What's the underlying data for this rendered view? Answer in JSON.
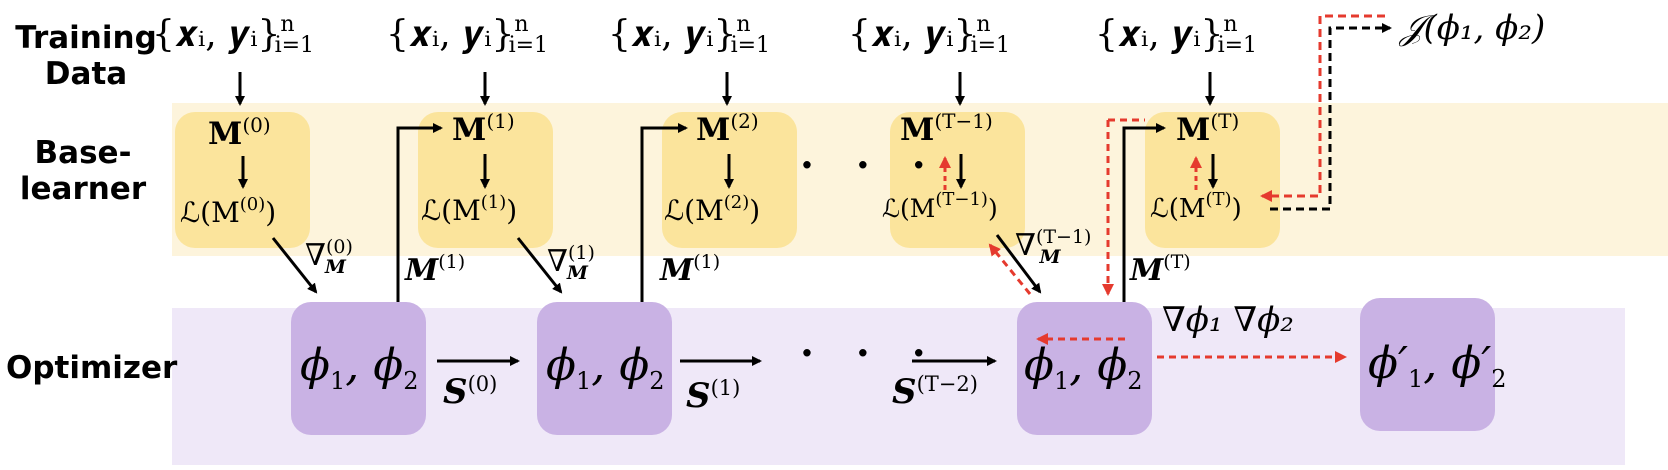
{
  "row_labels": {
    "training_line1": "Training",
    "training_line2": "Data",
    "base_line1": "Base-",
    "base_line2": "learner",
    "optimizer": "Optimizer"
  },
  "training_data": {
    "main": "{𝒙ᵢ, 𝒚ᵢ}",
    "sup": "n",
    "sub": "i=1"
  },
  "base_boxes": [
    {
      "m": "M",
      "sup": "(0)",
      "loss": "ℒ(M",
      "loss_sup": "(0)",
      "close": ")"
    },
    {
      "m": "M",
      "sup": "(1)",
      "loss": "ℒ(M",
      "loss_sup": "(1)",
      "close": ")"
    },
    {
      "m": "M",
      "sup": "(2)",
      "loss": "ℒ(M",
      "loss_sup": "(2)",
      "close": ")"
    },
    {
      "m": "M",
      "sup": "(T−1)",
      "loss": "ℒ(M",
      "loss_sup": "(T−1)",
      "close": ")"
    },
    {
      "m": "M",
      "sup": "(T)",
      "loss": "ℒ(M",
      "loss_sup": "(T)",
      "close": ")"
    }
  ],
  "optimizer_boxes": [
    {
      "text": "ϕ",
      "s1": "1",
      "mid": ", ϕ",
      "s2": "2"
    },
    {
      "text": "ϕ",
      "s1": "1",
      "mid": ", ϕ",
      "s2": "2"
    },
    {
      "text": "ϕ",
      "s1": "1",
      "mid": ", ϕ",
      "s2": "2"
    },
    {
      "text": "ϕ′",
      "s1": "1",
      "mid": ", ϕ′",
      "s2": "2"
    }
  ],
  "grad_labels": [
    {
      "nabla": "∇",
      "sup": "(0)",
      "sub": "M"
    },
    {
      "nabla": "∇",
      "sup": "(1)",
      "sub": "M"
    },
    {
      "nabla": "∇",
      "sup": "(T−1)",
      "sub": "M"
    }
  ],
  "m_labels": [
    {
      "m": "M",
      "sup": "(1)"
    },
    {
      "m": "M",
      "sup": "(1)"
    },
    {
      "m": "M",
      "sup": "(T)"
    }
  ],
  "s_labels": [
    {
      "s": "S",
      "sup": "(0)"
    },
    {
      "s": "S",
      "sup": "(1)"
    },
    {
      "s": "S",
      "sup": "(T−2)"
    }
  ],
  "objective": "𝒥(ϕ₁, ϕ₂)",
  "meta_grad": "∇ϕ₁ ∇ϕ₂",
  "dots": "· · ·",
  "colors": {
    "yellow_band": "#fdf4dc",
    "yellow_box": "#fbe49c",
    "purple_band": "#efe8f8",
    "purple_box": "#c9b2e4",
    "red_dashed": "#e53a2e"
  }
}
